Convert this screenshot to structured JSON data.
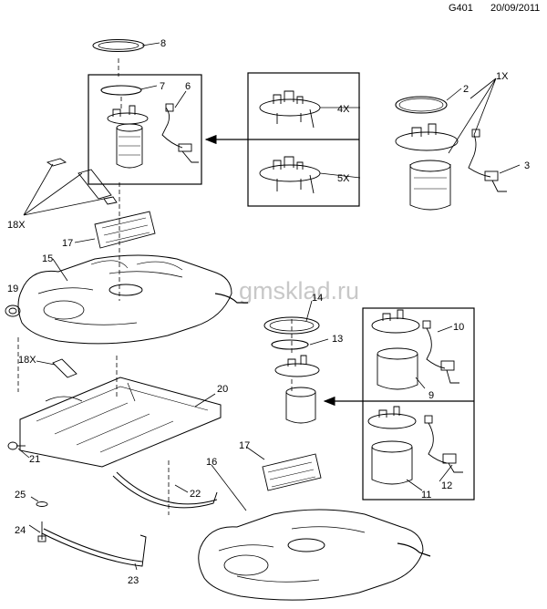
{
  "header": {
    "code": "G401",
    "date": "20/09/2011"
  },
  "watermark": "gmsklad.ru",
  "callouts": {
    "c1x": "1X",
    "c2": "2",
    "c3": "3",
    "c4x": "4X",
    "c5x": "5X",
    "c6": "6",
    "c7": "7",
    "c8": "8",
    "c9": "9",
    "c10": "10",
    "c11": "11",
    "c12": "12",
    "c13": "13",
    "c14": "14",
    "c15": "15",
    "c16": "16",
    "c17a": "17",
    "c17b": "17",
    "c18xa": "18X",
    "c18xb": "18X",
    "c19": "19",
    "c20": "20",
    "c21": "21",
    "c22": "22",
    "c23": "23",
    "c24": "24",
    "c25": "25"
  }
}
